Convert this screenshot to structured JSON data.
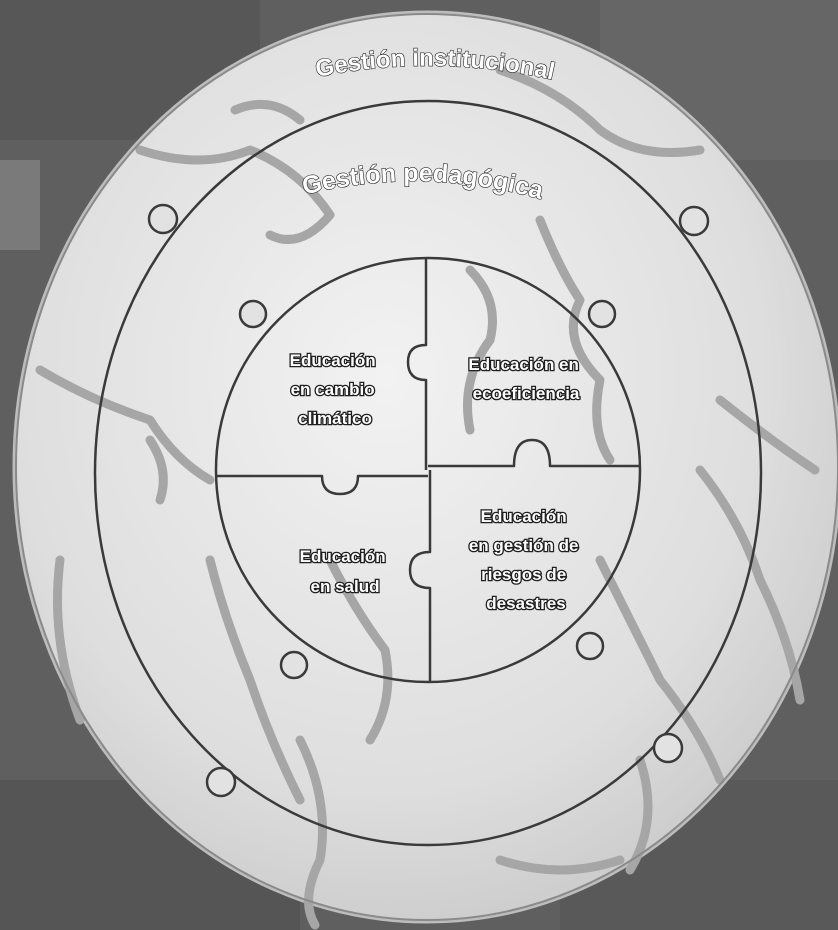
{
  "diagram": {
    "outer_ring_label": "Gestión institucional",
    "middle_ring_label": "Gestión pedagógica",
    "quadrants": {
      "top_left": [
        "Educación",
        "en cambio",
        "climático"
      ],
      "top_right": [
        "Educación en",
        "ecoeficiencia"
      ],
      "bottom_left": [
        "Educación",
        "en salud"
      ],
      "bottom_right": [
        "Educación",
        "en gestión de",
        "riesgos de",
        "desastres"
      ]
    }
  },
  "colors": {
    "background": "#5f5f5f",
    "globe": "#e4e4e4",
    "outline": "#3a3a3a",
    "continent": "#a9a9a9",
    "label_fill": "#ffffff",
    "label_stroke": "#222222"
  }
}
